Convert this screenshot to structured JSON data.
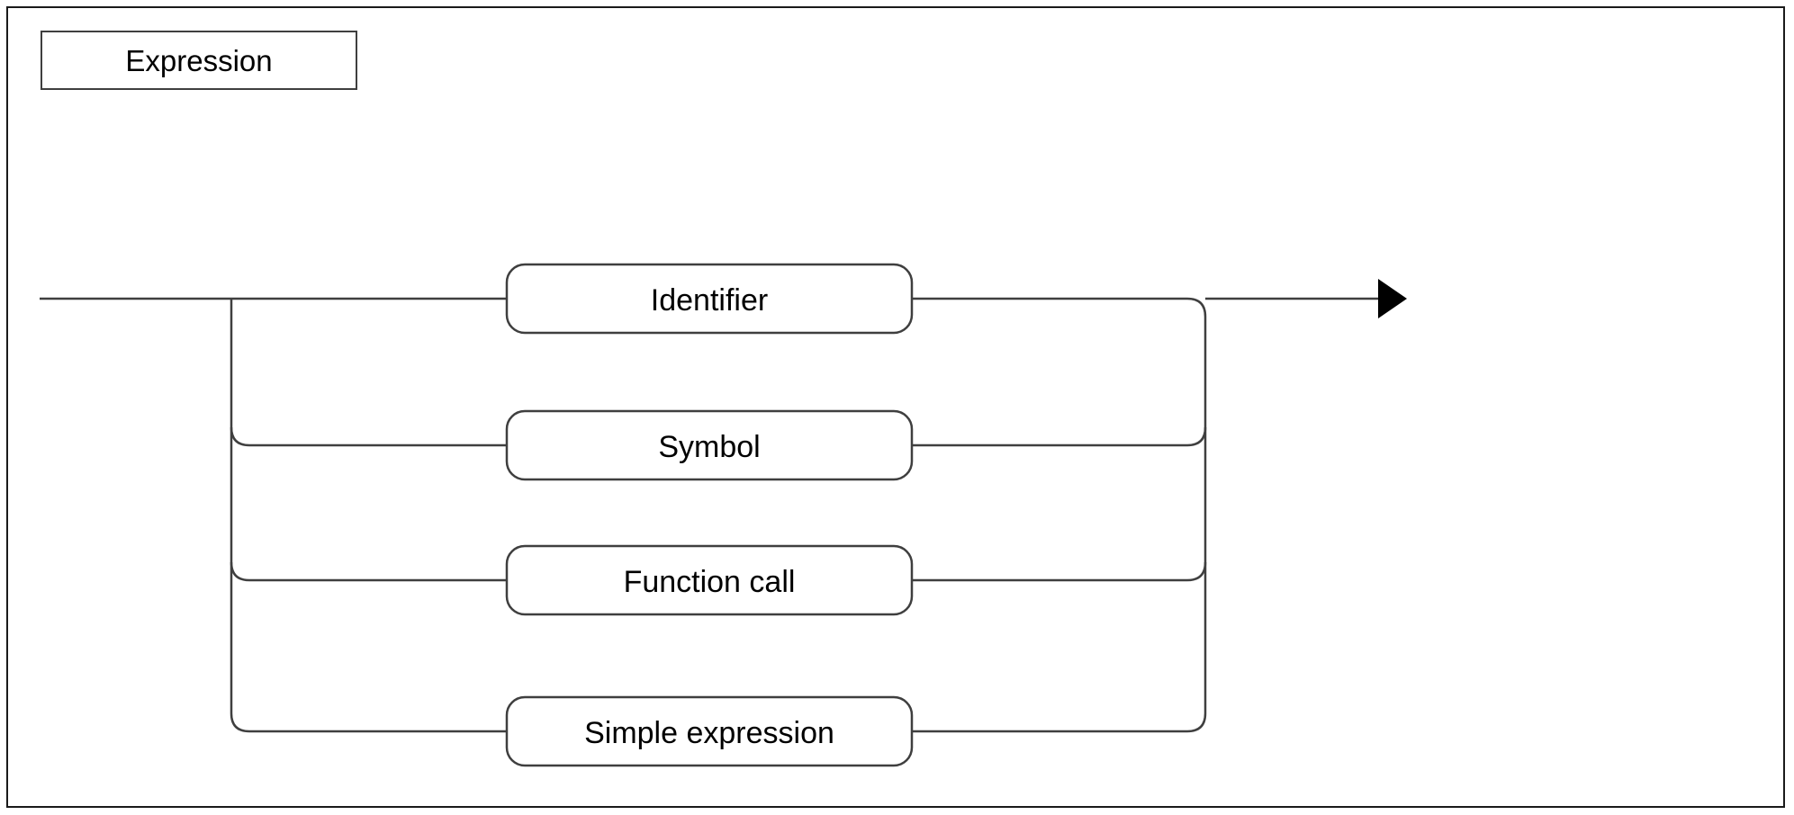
{
  "diagram": {
    "kind": "railroad-syntax-diagram",
    "title": "Expression",
    "title_box": {
      "label": "Expression"
    },
    "entry_arrow_icon": "arrow-right-icon",
    "colors": {
      "frame": "#1a1a1a",
      "line": "#3f3f3f",
      "node_border": "#3f3f3f",
      "node_fill": "#ffffff",
      "text": "#000000",
      "arrow_fill": "#000000"
    },
    "alternatives": [
      {
        "id": "identifier",
        "label": "Identifier",
        "row": 1
      },
      {
        "id": "symbol",
        "label": "Symbol",
        "row": 2
      },
      {
        "id": "function-call",
        "label": "Function call",
        "row": 3
      },
      {
        "id": "simple-expression",
        "label": "Simple expression",
        "row": 4
      }
    ]
  }
}
